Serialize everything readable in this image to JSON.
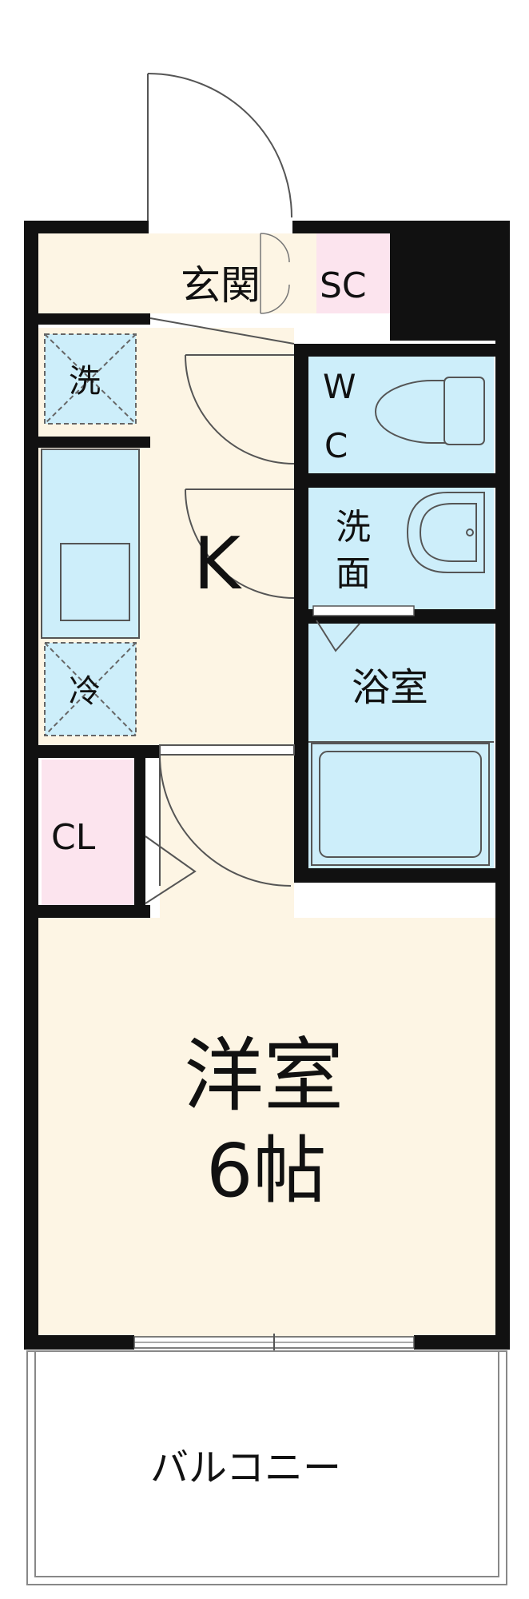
{
  "labels": {
    "entrance": "玄関",
    "shoe_closet": "SC",
    "washer": "洗",
    "toilet_w": "W",
    "toilet_c": "C",
    "kitchen": "K",
    "washstand_1": "洗",
    "washstand_2": "面",
    "bathroom": "浴室",
    "fridge": "冷",
    "closet": "CL",
    "western_room": "洋室",
    "room_size": "6帖",
    "balcony": "バルコニー"
  },
  "colors": {
    "wall": "#111111",
    "floor": "#fdf5e4",
    "wet_area": "#cdeefa",
    "storage": "#fce4ee",
    "line": "#555555"
  }
}
